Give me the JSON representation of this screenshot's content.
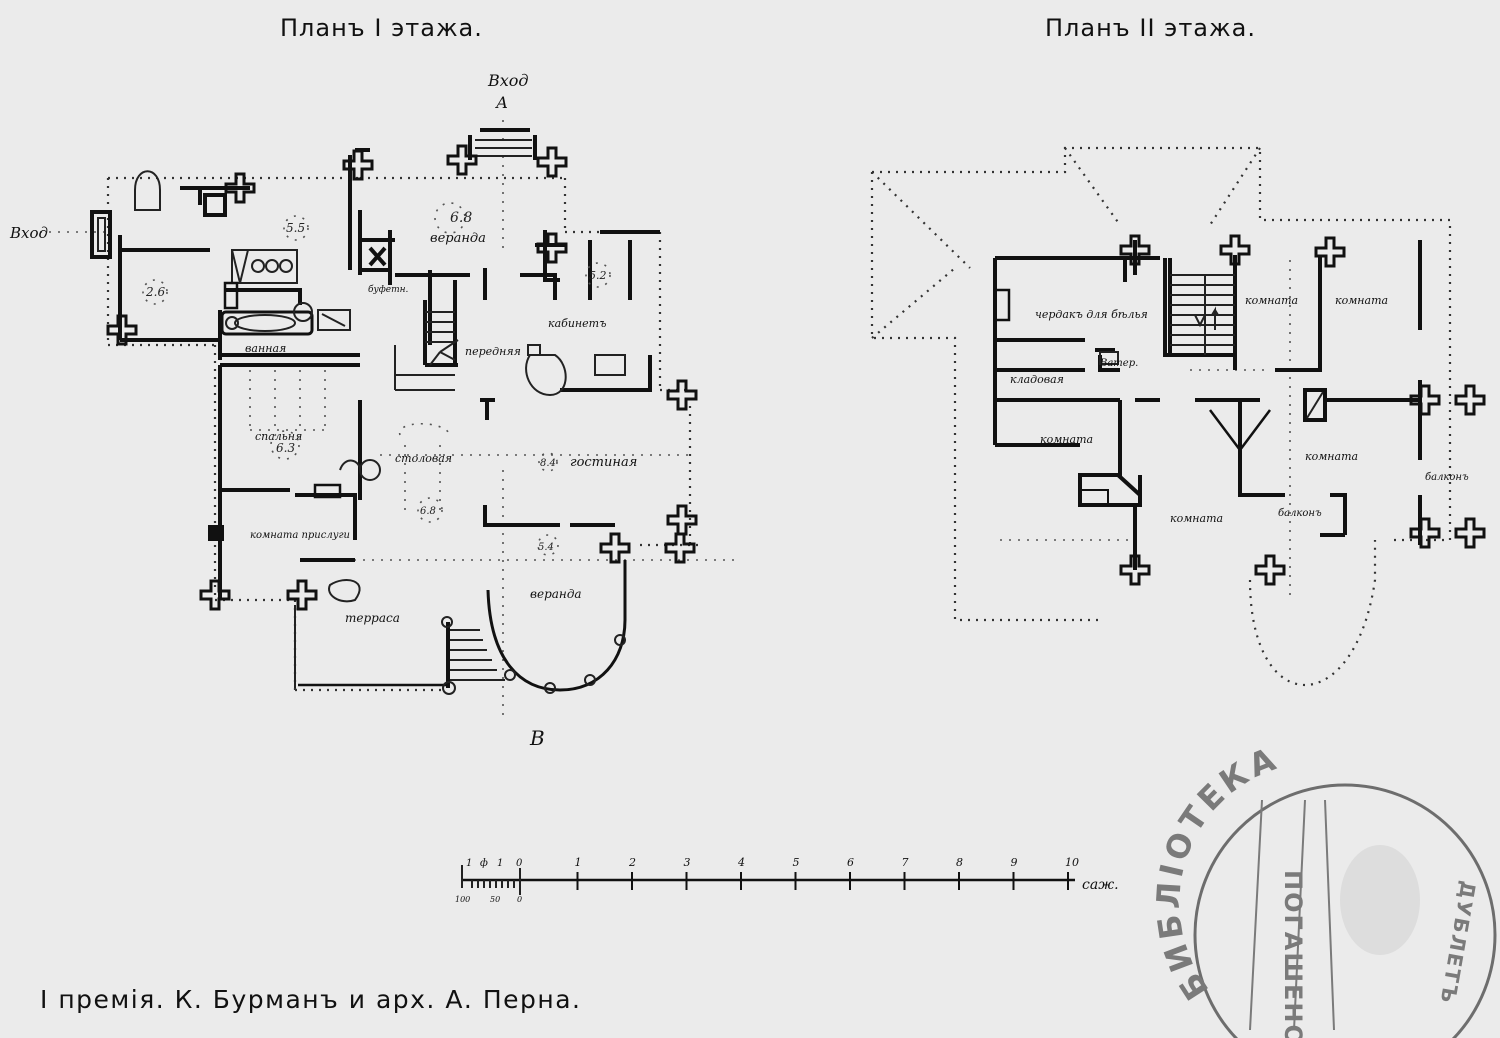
{
  "titles": {
    "plan_floor_1": "Планъ I этажа.",
    "plan_floor_2": "Планъ II этажа."
  },
  "caption": "I премія. К. Бурманъ и арх. А. Перна.",
  "floor1": {
    "entrance_top": "Вход",
    "entrance_left": "Вход",
    "axis_top": "А",
    "axis_bottom": "В",
    "rooms": [
      {
        "id": "veranda-top",
        "label": "веранда",
        "area": "6.8"
      },
      {
        "id": "room-55",
        "label": "",
        "area": "5.5"
      },
      {
        "id": "kitchen",
        "label": "",
        "area": "2.6"
      },
      {
        "id": "room-52",
        "label": "",
        "area": "5.2"
      },
      {
        "id": "buffet",
        "label": "буфетн.",
        "area": ""
      },
      {
        "id": "bathroom",
        "label": "ванная",
        "area": ""
      },
      {
        "id": "hall",
        "label": "передняя",
        "area": ""
      },
      {
        "id": "cabinet",
        "label": "кабинетъ",
        "area": ""
      },
      {
        "id": "bedroom",
        "label": "спальня",
        "area": "6.3"
      },
      {
        "id": "dining",
        "label": "столовая",
        "area": "6.8"
      },
      {
        "id": "living",
        "label": "гостиная",
        "area": "8.4"
      },
      {
        "id": "maid",
        "label": "комната прислуги",
        "area": ""
      },
      {
        "id": "terrace",
        "label": "терраса",
        "area": ""
      },
      {
        "id": "veranda-bottom",
        "label": "веранда",
        "area": "5.4"
      }
    ]
  },
  "floor2": {
    "rooms": [
      {
        "id": "attic",
        "label": "чердакъ для бѣлья"
      },
      {
        "id": "wc",
        "label": "Ватер."
      },
      {
        "id": "storage",
        "label": "кладовая"
      },
      {
        "id": "room-left",
        "label": "комната"
      },
      {
        "id": "room-top-1",
        "label": "комната"
      },
      {
        "id": "room-top-2",
        "label": "комната"
      },
      {
        "id": "room-right",
        "label": "комната"
      },
      {
        "id": "room-bottom",
        "label": "комната"
      },
      {
        "id": "balcony-1",
        "label": "балконъ"
      },
      {
        "id": "balcony-2",
        "label": "балконъ"
      }
    ]
  },
  "scale_bar": {
    "sub_labels": [
      "1",
      "ф",
      "1",
      "0"
    ],
    "sub_bottom_labels": [
      "100",
      "50",
      "0"
    ],
    "labels": [
      "1",
      "2",
      "3",
      "4",
      "5",
      "6",
      "7",
      "8",
      "9",
      "10"
    ],
    "unit": "саж."
  },
  "stamp": {
    "ring_text": "БИБЛІОТЕКА",
    "center_text": "ПОГАШЕНО",
    "side_text": "ДУБЛЕТЪ"
  }
}
